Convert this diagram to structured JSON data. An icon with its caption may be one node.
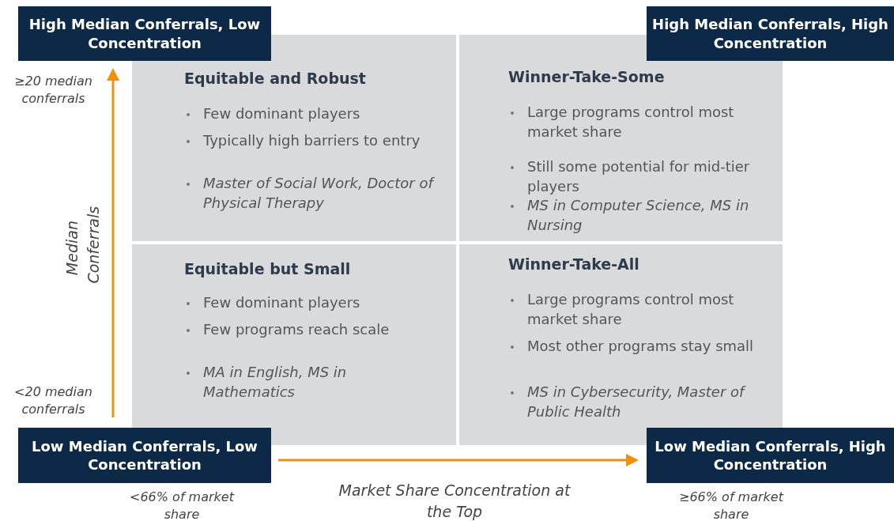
{
  "diagram": {
    "nodes": [
      {
        "text": [
          "High Median Conferrals, Low Concentration"
        ]
      },
      {
        "text": [
          "High Median Conferrals, High Concentration"
        ]
      },
      {
        "text": [
          "Equitable and Robust",
          "Few dominant players",
          "Typically high barriers to entry",
          "Master of Social Work, Doctor of Physical Therapy"
        ]
      },
      {
        "text": [
          "Winner-Take-Some",
          "Large programs control most market share",
          "Still some potential for mid-tier players",
          "MS in Computer Science, MS in Nursing"
        ]
      },
      {
        "text": [
          "Equitable but Small",
          "Few dominant players",
          "Few programs reach scale",
          "MA in English, MS in Mathematics"
        ]
      },
      {
        "text": [
          "Winner-Take-All",
          "Large programs control most market share",
          "Most other programs stay small",
          "MS in Cybersecurity, Master of Public Health"
        ]
      },
      {
        "text": [
          "Low Median Conferrals, Low Concentration"
        ]
      },
      {
        "text": [
          "Low Median Conferrals, High Concentration"
        ]
      }
    ],
    "labels": [
      "≥20 median conferrals",
      "Median Conferrals",
      "<20 median conferrals",
      "Market Share Concentration at the Top",
      "<66% of market share",
      "≥66% of market share"
    ]
  }
}
